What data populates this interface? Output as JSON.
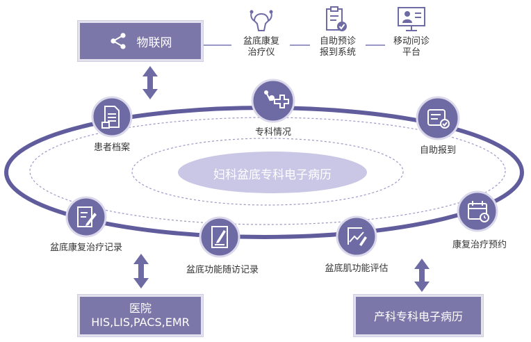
{
  "iot": {
    "label": "物联网",
    "icon": "share-icon"
  },
  "devices": [
    {
      "label": "盆底康复\n治疗仪",
      "icon": "uterus-icon"
    },
    {
      "label": "自助预诊\n报到系统",
      "icon": "clipboard-check-icon"
    },
    {
      "label": "移动问诊\n平台",
      "icon": "monitor-doctor-icon"
    }
  ],
  "center": {
    "label": "妇科盆底专科电子病历"
  },
  "nodes": {
    "specialty": {
      "label": "专科情况",
      "icon": "medical-cross-icon"
    },
    "patient_file": {
      "label": "患者档案",
      "icon": "document-icon"
    },
    "self_checkin": {
      "label": "自助报到",
      "icon": "checkin-icon"
    },
    "rehab_record": {
      "label": "盆底康复治疗记录",
      "icon": "edit-document-icon"
    },
    "followup_record": {
      "label": "盆底功能随访记录",
      "icon": "notepad-pen-icon"
    },
    "muscle_eval": {
      "label": "盆底肌功能评估",
      "icon": "chart-pen-icon"
    },
    "rehab_appointment": {
      "label": "康复治疗预约",
      "icon": "calendar-icon"
    }
  },
  "hospital": {
    "title": "医院",
    "systems": "HIS,LIS,PACS,EMR"
  },
  "obstetrics": {
    "label": "产科专科电子病历"
  },
  "colors": {
    "primary": "#7b77a8",
    "ring": "#615d9d",
    "center_fill": "#c9c6e6",
    "dashed": "#9a97c8"
  }
}
